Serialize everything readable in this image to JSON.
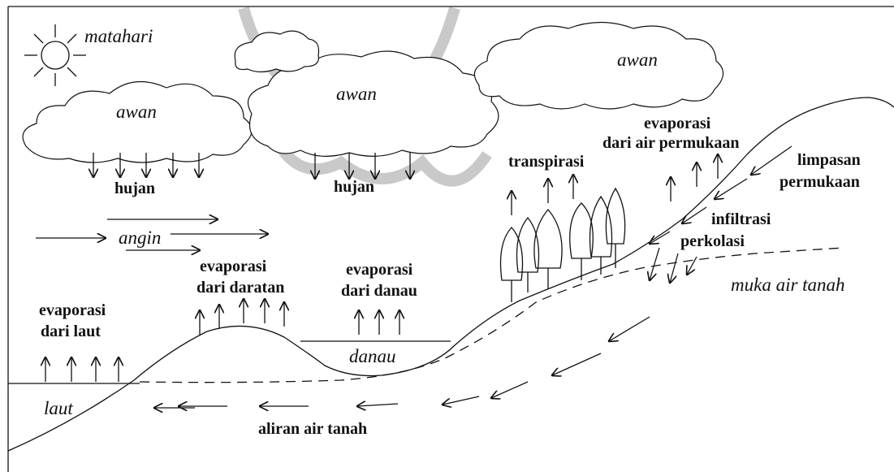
{
  "labels": {
    "sun": "matahari",
    "cloud_left": "awan",
    "cloud_middle": "awan",
    "cloud_right": "awan",
    "rain_left": "hujan",
    "rain_middle": "hujan",
    "wind": "angin",
    "transpiration": "transpirasi",
    "evap_surface_1": "evaporasi",
    "evap_surface_2": "dari air permukaan",
    "runoff_1": "limpasan",
    "runoff_2": "permukaan",
    "infiltration": "infiltrasi",
    "percolation": "perkolasi",
    "water_table": "muka air tanah",
    "evap_land_1": "evaporasi",
    "evap_land_2": "dari daratan",
    "evap_lake_1": "evaporasi",
    "evap_lake_2": "dari danau",
    "evap_sea_1": "evaporasi",
    "evap_sea_2": "dari laut",
    "lake": "danau",
    "sea": "laut",
    "groundwater_flow": "aliran air tanah"
  },
  "icons": [
    "sun-icon",
    "cloud-icon",
    "tree-icon",
    "arrow-icon"
  ]
}
